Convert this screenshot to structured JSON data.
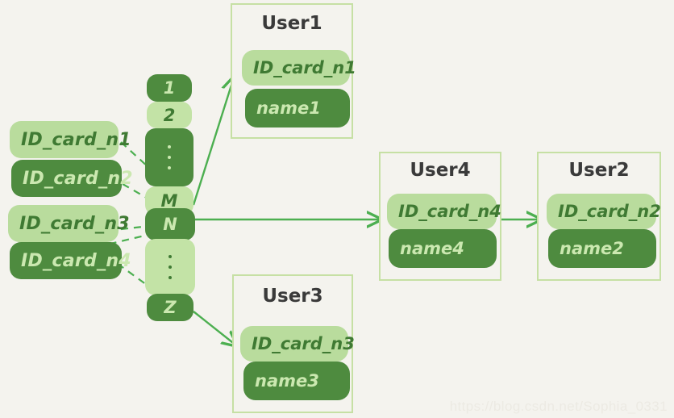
{
  "diagram": {
    "background_color": "#f4f3ee",
    "light_green": "#b9dc9d",
    "dark_green": "#4e8b3f",
    "arrow_color": "#4caf50",
    "border_color": "#c6e0a4"
  },
  "id_cards": [
    {
      "label": "ID_card_n1",
      "tone": "light"
    },
    {
      "label": "ID_card_n2",
      "tone": "dark"
    },
    {
      "label": "ID_card_n3",
      "tone": "light"
    },
    {
      "label": "ID_card_n4",
      "tone": "dark"
    }
  ],
  "hash_slots": [
    {
      "label": "1",
      "tone": "dark",
      "is_dots": false
    },
    {
      "label": "2",
      "tone": "light",
      "is_dots": false
    },
    {
      "label": "",
      "tone": "dark",
      "is_dots": true
    },
    {
      "label": "M",
      "tone": "light",
      "is_dots": false
    },
    {
      "label": "N",
      "tone": "dark",
      "is_dots": false
    },
    {
      "label": "",
      "tone": "light",
      "is_dots": true
    },
    {
      "label": "Z",
      "tone": "dark",
      "is_dots": false
    }
  ],
  "users": [
    {
      "title": "User1",
      "id_card": "ID_card_n1",
      "name": "name1"
    },
    {
      "title": "User4",
      "id_card": "ID_card_n4",
      "name": "name4"
    },
    {
      "title": "User2",
      "id_card": "ID_card_n2",
      "name": "name2"
    },
    {
      "title": "User3",
      "id_card": "ID_card_n3",
      "name": "name3"
    }
  ],
  "watermark": "https://blog.csdn.net/Sophia_0331"
}
